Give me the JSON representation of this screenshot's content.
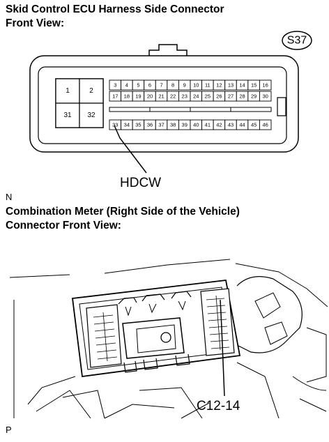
{
  "section1": {
    "title_line1": "Skid Control ECU Harness Side Connector",
    "title_line2": "Front View:",
    "badge": "S37",
    "pins_large": [
      "1",
      "2",
      "31",
      "32"
    ],
    "pins_row1": [
      "3",
      "4",
      "5",
      "6",
      "7",
      "8",
      "9",
      "10",
      "11",
      "12",
      "13",
      "14",
      "15",
      "16"
    ],
    "pins_row2": [
      "17",
      "18",
      "19",
      "20",
      "21",
      "22",
      "23",
      "24",
      "25",
      "26",
      "27",
      "28",
      "29",
      "30"
    ],
    "pins_row3": [
      "33",
      "34",
      "35",
      "36",
      "37",
      "38",
      "39",
      "40",
      "41",
      "42",
      "43",
      "44",
      "45",
      "46"
    ],
    "callout": "HDCW",
    "letter": "N"
  },
  "section2": {
    "title_line1": "Combination Meter (Right Side of the Vehicle)",
    "title_line2": "Connector Front View:",
    "callout": "C12-14",
    "letter": "P"
  }
}
